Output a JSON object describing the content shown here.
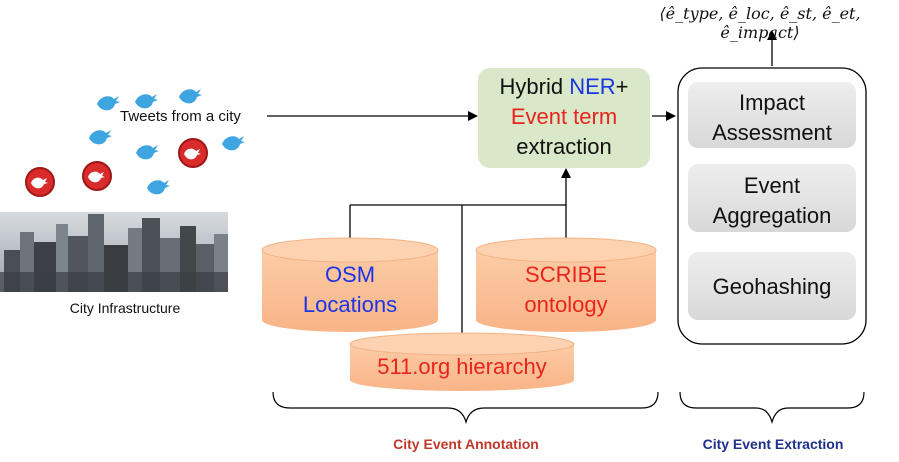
{
  "output_tuple": "⟨ê_type, ê_loc, ê_st, ê_et, ê_impact⟩",
  "tweets_label": "Tweets from a city",
  "city_label": "City Infrastructure",
  "ner_box": {
    "line1_prefix": "Hybrid ",
    "line1_ner": "NER",
    "line1_suffix": "+",
    "line2": "Event term",
    "line3": "extraction"
  },
  "osm": {
    "line1": "OSM",
    "line2": "Locations"
  },
  "scribe": {
    "line1": "SCRIBE",
    "line2": "ontology"
  },
  "org511": {
    "label": "511.org hierarchy"
  },
  "extraction_steps": [
    {
      "line1": "Impact",
      "line2": "Assessment"
    },
    {
      "line1": "Event",
      "line2": "Aggregation"
    },
    {
      "line1": "Geohashing",
      "line2": ""
    }
  ],
  "annotation_label": "City Event Annotation",
  "extraction_label": "City Event Extraction",
  "colors": {
    "ner_fill": "#d9e8c8",
    "db_fill": "#fbc39a",
    "db_top": "#fcd0ae",
    "step_fill": "#e6e6e6",
    "red": "#e8251c",
    "blue": "#1a34e6",
    "annotation_red": "#c0392b",
    "extraction_blue": "#1f2f8a",
    "twitter_blue": "#3ea5e0"
  }
}
